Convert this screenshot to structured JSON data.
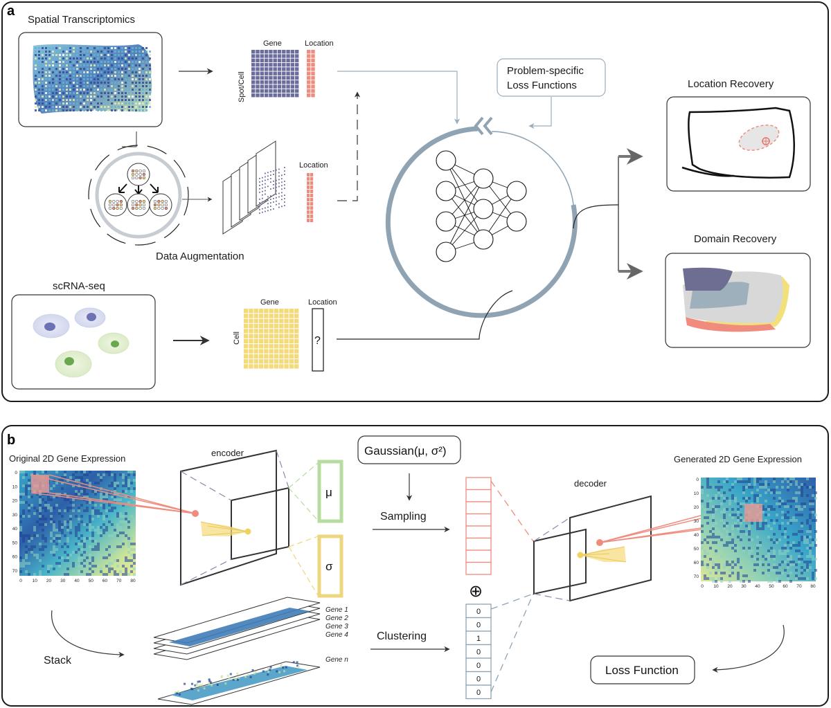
{
  "panel_a": {
    "letter": "a",
    "spatial_title": "Spatial Transcriptomics",
    "gene_label": "Gene",
    "location_label": "Location",
    "spot_cell_label": "Spot/Cell",
    "augment_location_label": "Location",
    "augmentation_label": "Data Augmentation",
    "loss_line1": "Problem-specific",
    "loss_line2": "Loss Functions",
    "location_recovery": "Location Recovery",
    "domain_recovery": "Domain Recovery",
    "scrna_title": "scRNA-seq",
    "sc_gene_label": "Gene",
    "sc_location_label": "Location",
    "cell_label": "Cell",
    "unknown_mark": "?"
  },
  "panel_b": {
    "letter": "b",
    "original_title": "Original 2D Gene Expression",
    "generated_title": "Generated 2D Gene Expression",
    "encoder": "encoder",
    "decoder": "decoder",
    "gaussian": "Gaussian(μ, σ²)",
    "mu": "μ",
    "sigma": "σ",
    "sampling": "Sampling",
    "clustering": "Clustering",
    "stack": "Stack",
    "loss_function": "Loss Function",
    "oplus": "⊕",
    "gene_layers": [
      "Gene 1",
      "Gene 2",
      "Gene 3",
      "Gene 4",
      "Gene n"
    ],
    "cluster_vector": [
      "0",
      "0",
      "1",
      "0",
      "0",
      "0",
      "0"
    ],
    "orig_y_ticks": [
      "0",
      "10",
      "20",
      "30",
      "40",
      "50",
      "60",
      "70"
    ],
    "orig_x_ticks": [
      "0",
      "10",
      "20",
      "30",
      "40",
      "50",
      "60",
      "70",
      "80"
    ],
    "gen_y_ticks": [
      "0",
      "10",
      "20",
      "30",
      "40",
      "50",
      "60",
      "70"
    ],
    "gen_x_ticks": [
      "0",
      "10",
      "20",
      "30",
      "40",
      "50",
      "60",
      "70",
      "80"
    ]
  },
  "colors": {
    "frame": "#1a1a1a",
    "gene_matrix": "#6b6e9c",
    "location_cells": "#ef8c7e",
    "sc_matrix": "#f4da79",
    "net_ring": "#8fa3b3",
    "mu_box": "#b7dca0",
    "sigma_box": "#ecd67e",
    "sample_vector": "#ef8c7e",
    "cluster_vector": "#8fa3b3"
  }
}
